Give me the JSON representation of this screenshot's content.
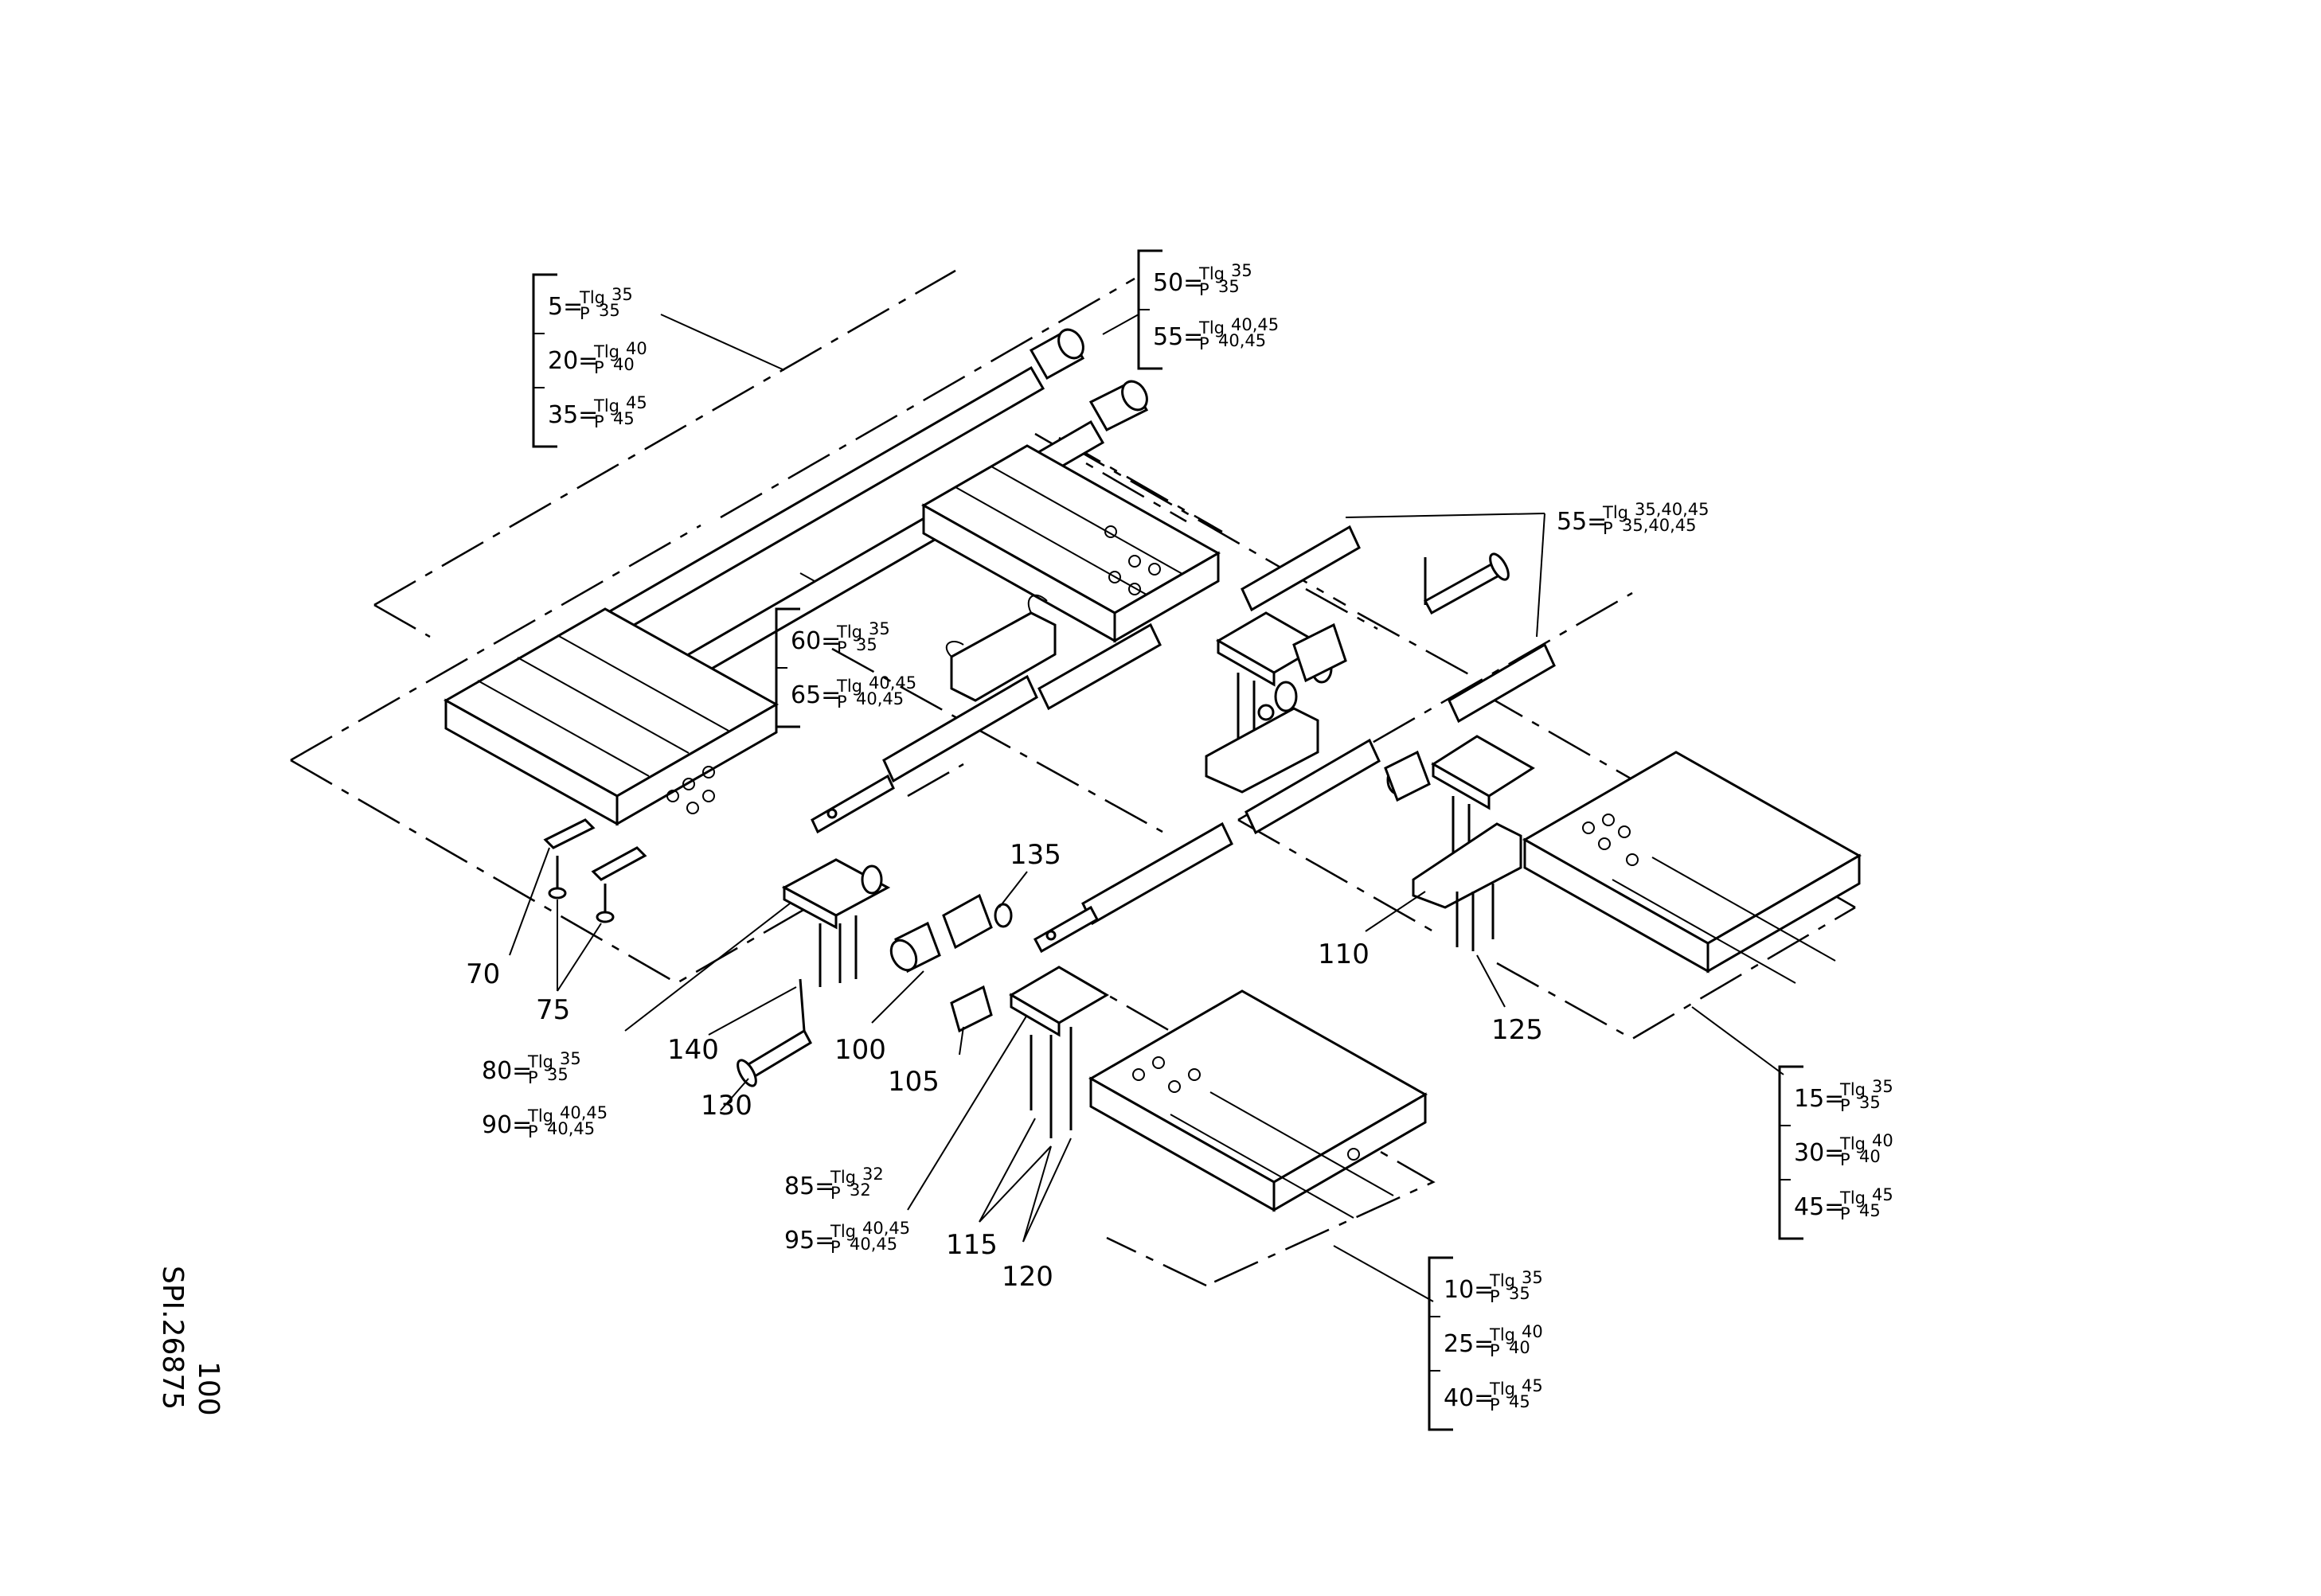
{
  "drawing": {
    "code": "SPI.26875",
    "page": "100"
  },
  "bracket_groups": [
    {
      "id": "g-rod-left",
      "entries": [
        {
          "pos": "5",
          "tlg": "35",
          "p": "35"
        },
        {
          "pos": "20",
          "tlg": "40",
          "p": "40"
        },
        {
          "pos": "35",
          "tlg": "45",
          "p": "45"
        }
      ]
    },
    {
      "id": "g-rod-top",
      "entries": [
        {
          "pos": "50",
          "tlg": "35",
          "p": "35"
        },
        {
          "pos": "55",
          "tlg": "40,45",
          "p": "40,45"
        }
      ]
    },
    {
      "id": "g-rod-right",
      "entries": [
        {
          "pos": "55",
          "tlg": "35,40,45",
          "p": "35,40,45"
        }
      ]
    },
    {
      "id": "g-bracket-mid",
      "entries": [
        {
          "pos": "60",
          "tlg": "35",
          "p": "35"
        },
        {
          "pos": "65",
          "tlg": "40,45",
          "p": "40,45"
        }
      ]
    },
    {
      "id": "g-plate-left",
      "entries": [
        {
          "pos": "80",
          "tlg": "35",
          "p": "35"
        },
        {
          "pos": "90",
          "tlg": "40,45",
          "p": "40,45"
        }
      ]
    },
    {
      "id": "g-plate-center",
      "entries": [
        {
          "pos": "85",
          "tlg": "32",
          "p": "32"
        },
        {
          "pos": "95",
          "tlg": "40,45",
          "p": "40,45"
        }
      ]
    },
    {
      "id": "g-pad-right",
      "entries": [
        {
          "pos": "15",
          "tlg": "35",
          "p": "35"
        },
        {
          "pos": "30",
          "tlg": "40",
          "p": "40"
        },
        {
          "pos": "45",
          "tlg": "45",
          "p": "45"
        }
      ]
    },
    {
      "id": "g-pad-bottom",
      "entries": [
        {
          "pos": "10",
          "tlg": "35",
          "p": "35"
        },
        {
          "pos": "25",
          "tlg": "40",
          "p": "40"
        },
        {
          "pos": "40",
          "tlg": "45",
          "p": "45"
        }
      ]
    }
  ],
  "callouts": {
    "c70": "70",
    "c75": "75",
    "c100": "100",
    "c105": "105",
    "c110": "110",
    "c115": "115",
    "c120": "120",
    "c125": "125",
    "c130": "130",
    "c135": "135",
    "c140": "140"
  },
  "labels": {
    "tlg": "Tlg",
    "p": "P",
    "eq": "="
  }
}
